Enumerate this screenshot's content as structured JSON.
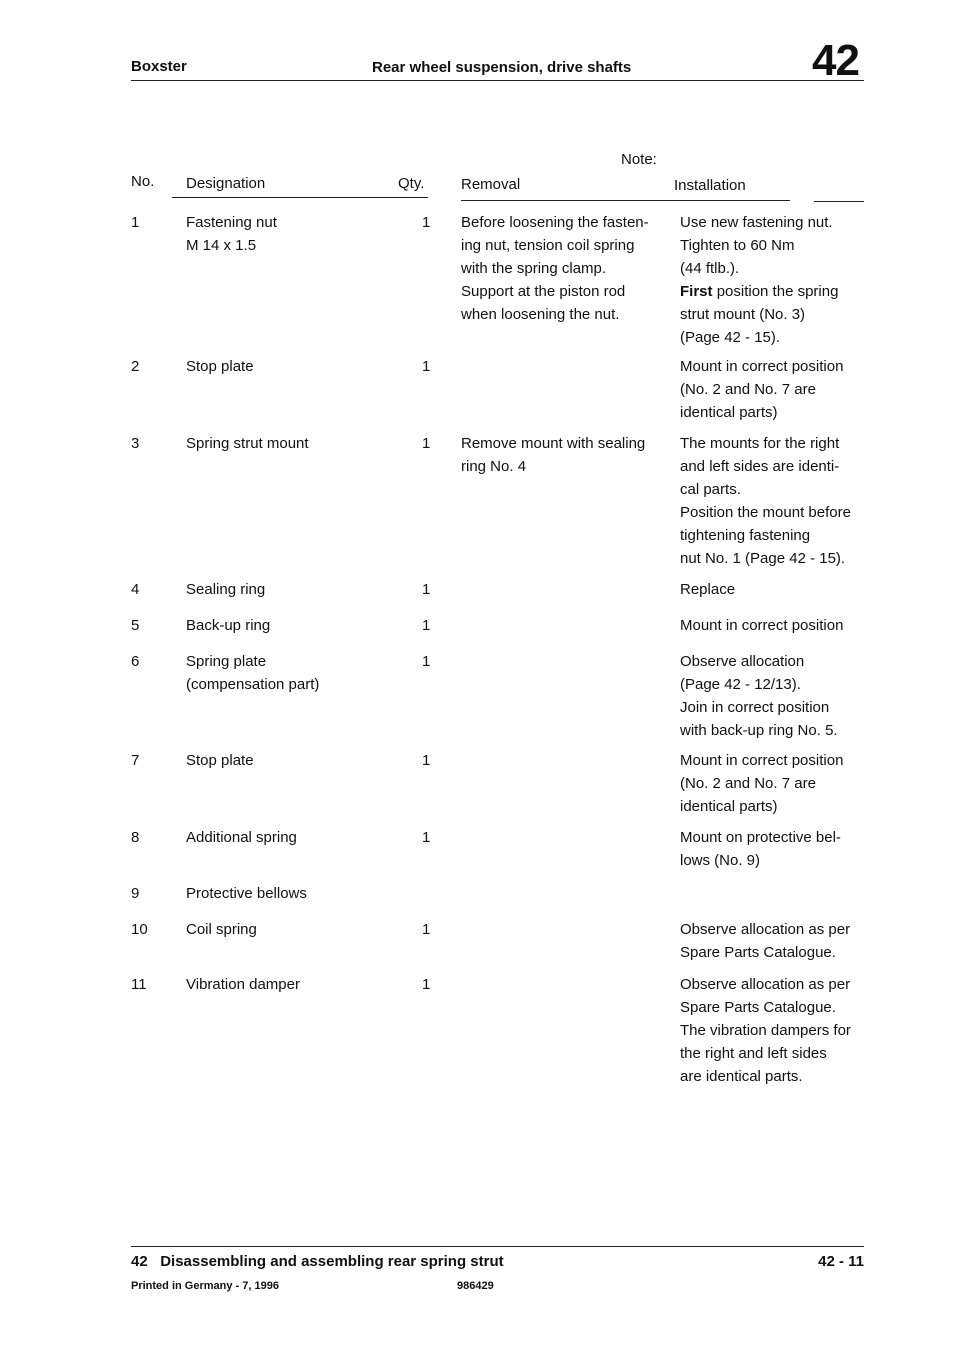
{
  "header": {
    "model": "Boxster",
    "title": "Rear wheel suspension, drive shafts",
    "group": "42"
  },
  "table": {
    "note_label": "Note:",
    "columns": {
      "no": "No.",
      "designation": "Designation",
      "qty": "Qty.",
      "removal": "Removal",
      "installation": "Installation"
    },
    "rows": [
      {
        "no": "1",
        "designation": [
          "Fastening nut",
          "M 14 x 1.5"
        ],
        "qty": "1",
        "removal": [
          "Before loosening the fasten-",
          "ing nut, tension coil spring",
          "with the spring clamp.",
          "Support at the piston rod",
          "when loosening the nut."
        ],
        "installation": [
          "Use new fastening nut.",
          "Tighten to 60 Nm",
          "(44 ftlb.).",
          "position the spring",
          "strut mount (No. 3)",
          "(Page 42 - 15)."
        ],
        "installation_emph": "First"
      },
      {
        "no": "2",
        "designation": [
          "Stop plate"
        ],
        "qty": "1",
        "removal": [],
        "installation": [
          "Mount in correct position",
          "(No. 2 and No. 7 are",
          "identical parts)"
        ]
      },
      {
        "no": "3",
        "designation": [
          "Spring strut mount"
        ],
        "qty": "1",
        "removal": [
          "Remove mount with sealing",
          "ring No. 4"
        ],
        "installation": [
          "The mounts for the right",
          "and left sides are identi-",
          "cal parts.",
          "Position the mount before",
          "tightening fastening",
          "nut No. 1 (Page 42 - 15)."
        ]
      },
      {
        "no": "4",
        "designation": [
          "Sealing ring"
        ],
        "qty": "1",
        "removal": [],
        "installation": [
          "Replace"
        ]
      },
      {
        "no": "5",
        "designation": [
          "Back-up ring"
        ],
        "qty": "1",
        "removal": [],
        "installation": [
          "Mount in correct position"
        ]
      },
      {
        "no": "6",
        "designation": [
          "Spring plate",
          "(compensation part)"
        ],
        "qty": "1",
        "removal": [],
        "installation": [
          "Observe allocation",
          "(Page 42 - 12/13).",
          "Join in correct position",
          "with back-up ring No. 5."
        ]
      },
      {
        "no": "7",
        "designation": [
          "Stop plate"
        ],
        "qty": "1",
        "removal": [],
        "installation": [
          "Mount in correct position",
          "(No. 2 and No. 7 are",
          "identical parts)"
        ]
      },
      {
        "no": "8",
        "designation": [
          "Additional spring"
        ],
        "qty": "1",
        "removal": [],
        "installation": [
          "Mount on protective bel-",
          "lows (No. 9)"
        ]
      },
      {
        "no": "9",
        "designation": [
          "Protective bellows"
        ],
        "qty": "",
        "removal": [],
        "installation": []
      },
      {
        "no": "10",
        "designation": [
          "Coil spring"
        ],
        "qty": "1",
        "removal": [],
        "installation": [
          "Observe allocation as per",
          "Spare Parts Catalogue."
        ]
      },
      {
        "no": "11",
        "designation": [
          "Vibration damper"
        ],
        "qty": "1",
        "removal": [],
        "installation": [
          "Observe allocation as per",
          "Spare Parts Catalogue.",
          "The vibration dampers for",
          "the right and left sides",
          "are identical parts."
        ]
      }
    ]
  },
  "footer": {
    "group": "42",
    "title": "Disassembling and assembling rear spring strut",
    "page": "42 - 11",
    "printed": "Printed in Germany - 7, 1996",
    "code": "986429"
  }
}
